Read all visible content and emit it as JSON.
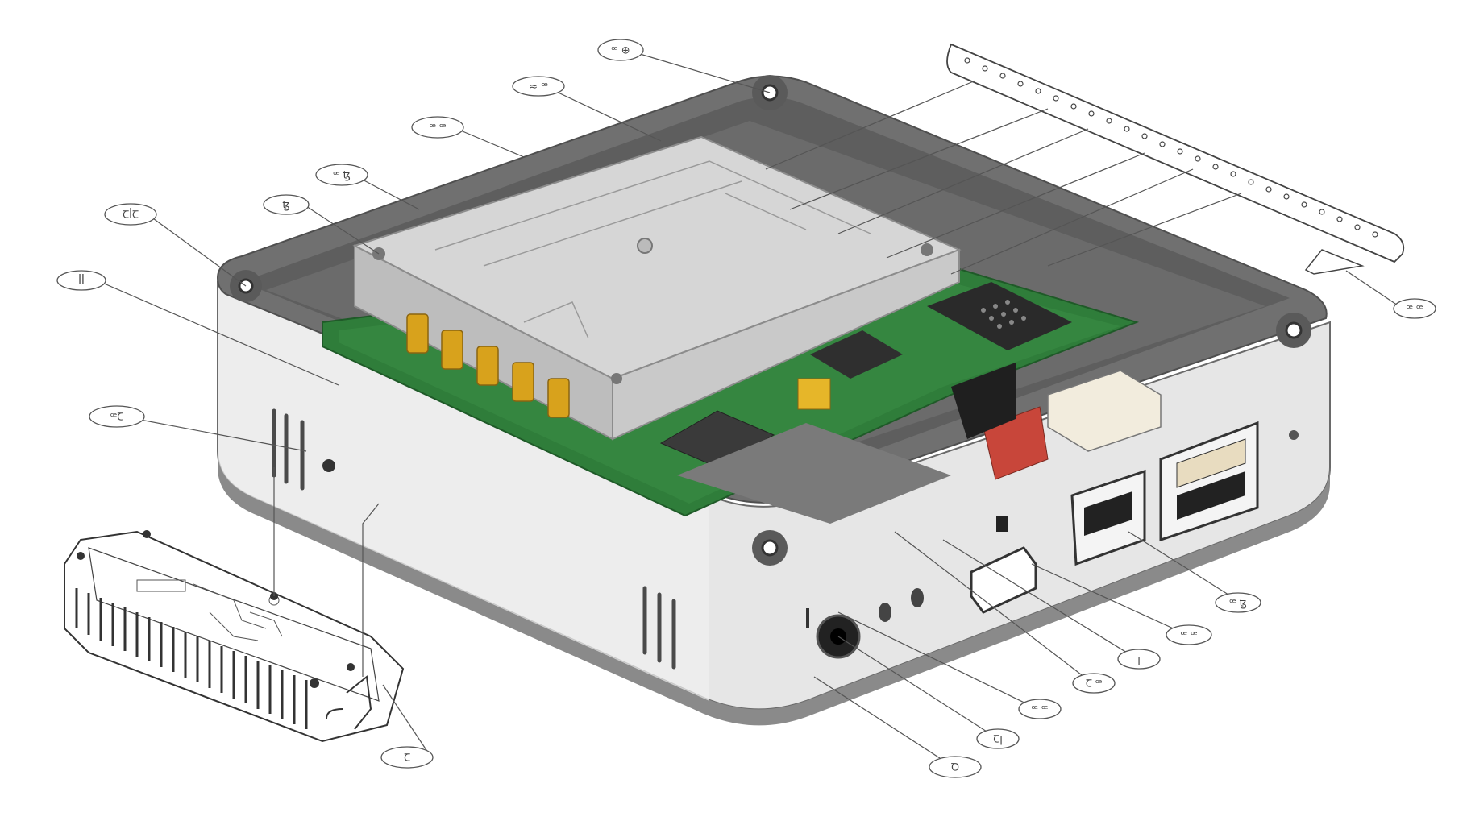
{
  "diagram": {
    "subject": "mini PC enclosure exploded technical illustration",
    "colors": {
      "case_white": "#e9e9e9",
      "case_shade": "#cfcfcf",
      "rim_gray": "#6f6f6f",
      "rim_dark": "#565656",
      "pcb_green": "#2f7d3a",
      "heatsink": "#d3d3d3",
      "connector_gold": "#d8a21c",
      "chip_dark": "#3a3a3a",
      "red_connector": "#c8463a",
      "cream_connector": "#f2ecdd",
      "line": "#555555"
    },
    "callouts": [
      {
        "id": "c1",
        "label": "ꟹ ⊕"
      },
      {
        "id": "c2",
        "label": "≈ ꟹ"
      },
      {
        "id": "c3",
        "label": "ꟹ ꟹ"
      },
      {
        "id": "c4",
        "label": "ꟹ ꜩ"
      },
      {
        "id": "c5",
        "label": "ꜩ"
      },
      {
        "id": "c6",
        "label": "ꞆꟾꞆ"
      },
      {
        "id": "c7",
        "label": "ꟾꟾ"
      },
      {
        "id": "c8",
        "label": "ꟹꞆ"
      },
      {
        "id": "c9",
        "label": "Ꞇ"
      },
      {
        "id": "c10",
        "label": "ꟹ ꟹ"
      },
      {
        "id": "c11",
        "label": "ꟹ ꜩ"
      },
      {
        "id": "c12",
        "label": "ꟹ ꟹ"
      },
      {
        "id": "c13",
        "label": "ꞁ"
      },
      {
        "id": "c14",
        "label": "Ꞇ ꟹ"
      },
      {
        "id": "c15",
        "label": "ꟹ ꟹ"
      },
      {
        "id": "c16",
        "label": "Ꞇꞁ"
      },
      {
        "id": "c17",
        "label": "Ꝺ"
      }
    ]
  }
}
